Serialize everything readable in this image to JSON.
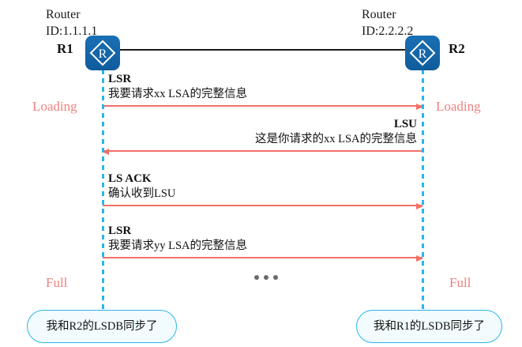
{
  "diagram": {
    "title": "OSPF LSDB synchronization sequence",
    "colors": {
      "router_blue": "#1464a5",
      "lifeline_cyan": "#29b6e8",
      "arrow_salmon": "#f47068",
      "state_salmon": "#f08080",
      "link_black": "#1a1a1a",
      "bubble_fill": "#f2fcff",
      "ellipsis_gray": "#6b6b6b"
    }
  },
  "routers": {
    "left": {
      "title": "Router\nID:1.1.1.1",
      "name": "R1",
      "icon": "router-icon"
    },
    "right": {
      "title": "Router\nID:2.2.2.2",
      "name": "R2",
      "icon": "router-icon"
    }
  },
  "states": {
    "left_loading": "Loading",
    "right_loading": "Loading",
    "left_full": "Full",
    "right_full": "Full"
  },
  "messages": [
    {
      "title": "LSR",
      "description": "我要请求xx LSA的完整信息",
      "direction": "left-to-right"
    },
    {
      "title": "LSU",
      "description": "这是你请求的xx LSA的完整信息",
      "direction": "right-to-left"
    },
    {
      "title": "LS ACK",
      "description": "确认收到LSU",
      "direction": "left-to-right"
    },
    {
      "title": "LSR",
      "description": "我要请求yy LSA的完整信息",
      "direction": "left-to-right"
    }
  ],
  "continuation": "•••",
  "bubbles": {
    "left": "我和R2的LSDB同步了",
    "right": "我和R1的LSDB同步了"
  }
}
